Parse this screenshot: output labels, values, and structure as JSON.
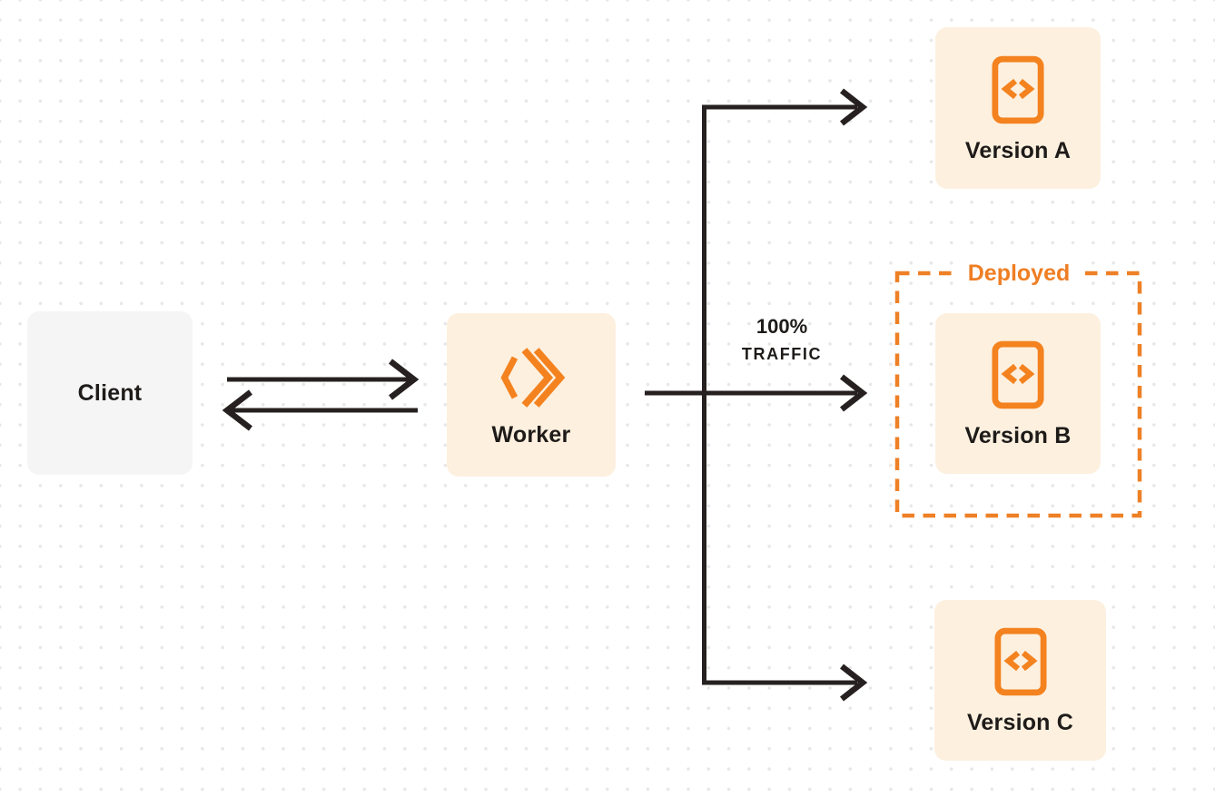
{
  "diagram": {
    "title": "worker-version-traffic-routing",
    "nodes": {
      "client": {
        "label": "Client"
      },
      "worker": {
        "label": "Worker"
      },
      "version_a": {
        "label": "Version A"
      },
      "version_b": {
        "label": "Version B"
      },
      "version_c": {
        "label": "Version C"
      }
    },
    "annotations": {
      "deployed_label": "Deployed",
      "traffic_percent": "100%",
      "traffic_word": "TRAFFIC"
    },
    "edges": [
      {
        "from": "client",
        "to": "worker",
        "direction": "right"
      },
      {
        "from": "worker",
        "to": "client",
        "direction": "left"
      },
      {
        "from": "worker",
        "to": "version_a"
      },
      {
        "from": "worker",
        "to": "version_b",
        "label": "100% TRAFFIC"
      },
      {
        "from": "worker",
        "to": "version_c"
      }
    ],
    "icons": {
      "worker": "cloudflare-workers-logo",
      "version": "code-file-icon"
    },
    "colors": {
      "accent_orange": "#f3821f",
      "dashed_border_orange": "#ee8026",
      "deployed_text_orange": "#ef7e23",
      "cream_node_bg": "#fdf0df",
      "client_node_bg": "#f5f5f6",
      "arrow_dark": "#262120",
      "label_dark": "#1e1b19",
      "dot_grid": "#e7e7e7",
      "canvas_bg": "#ffffff"
    }
  }
}
